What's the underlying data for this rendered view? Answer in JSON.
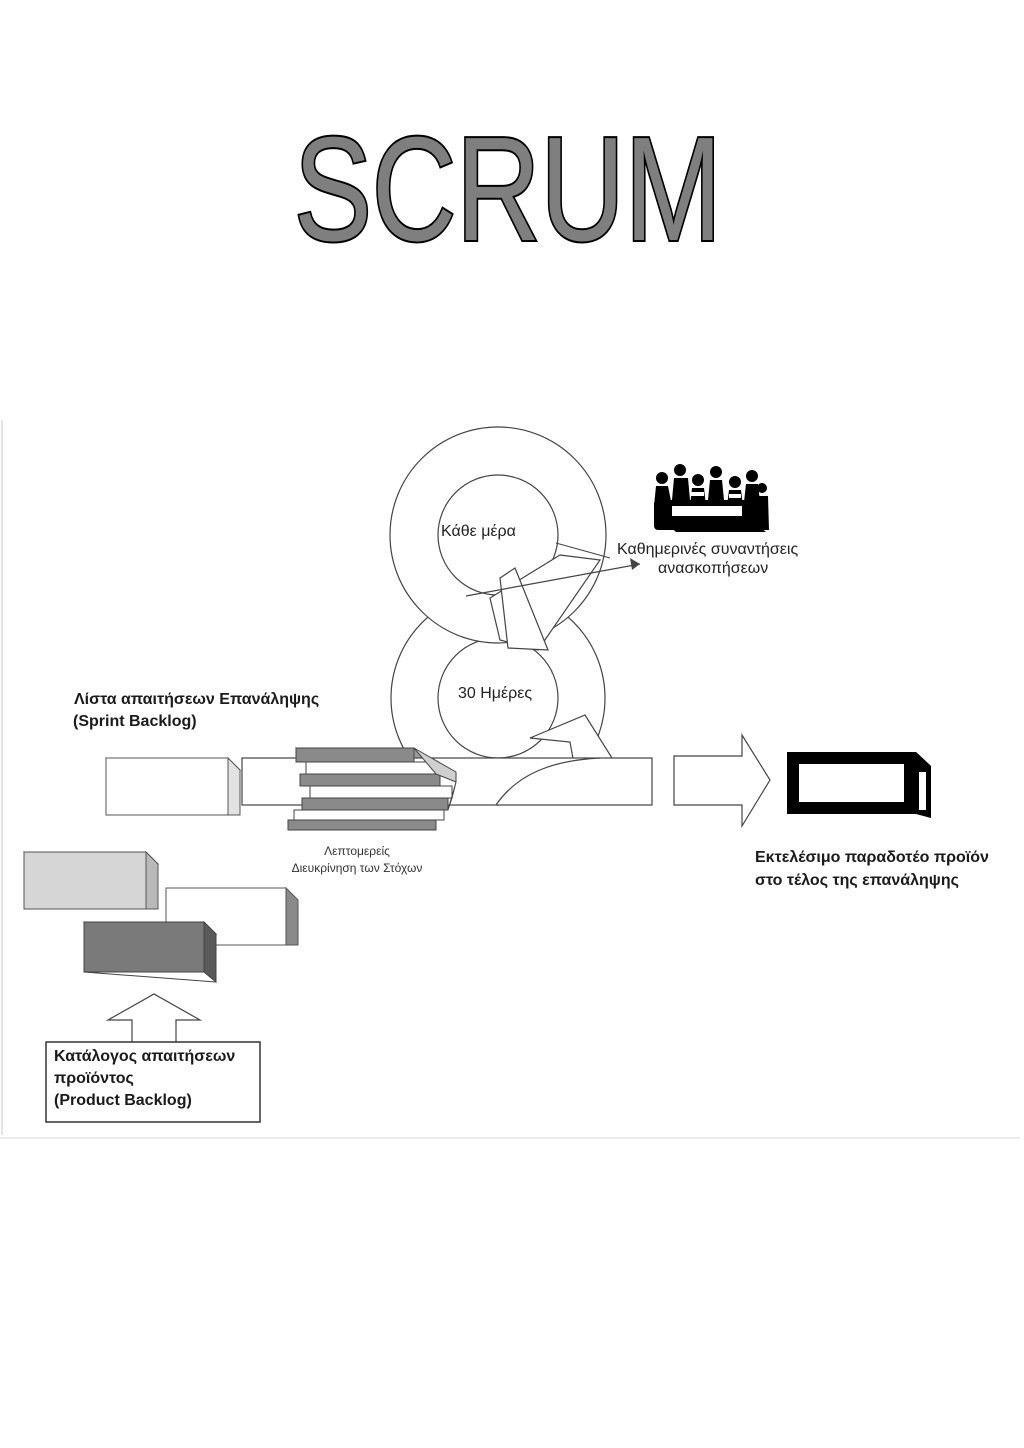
{
  "title": "SCRUM",
  "daily_loop": {
    "label": "Κάθε μέρα",
    "meetings_line1": "Καθημερινές συναντήσεις",
    "meetings_line2": "ανασκοπήσεων"
  },
  "sprint_loop": {
    "label": "30 Ημέρες"
  },
  "sprint_backlog": {
    "line1": "Λίστα απαιτήσεων Επανάληψης",
    "line2": "(Sprint Backlog)"
  },
  "detail": {
    "line1": "Λεπτομερείς",
    "line2": "Διευκρίνηση των Στόχων"
  },
  "product_increment": {
    "line1": "Εκτελέσιμο παραδοτέο προϊόν",
    "line2": "στο τέλος της επανάληψης"
  },
  "product_backlog": {
    "line1": "Κατάλογος απαιτήσεων",
    "line2": "προϊόντος",
    "line3": "(Product Backlog)"
  },
  "colors": {
    "title_fill": "#7f7f7f",
    "dark_block": "#7a7a7a",
    "light_block": "#d6d6d6",
    "product_frame": "#000000"
  },
  "icons": [
    "meeting-people-icon"
  ]
}
